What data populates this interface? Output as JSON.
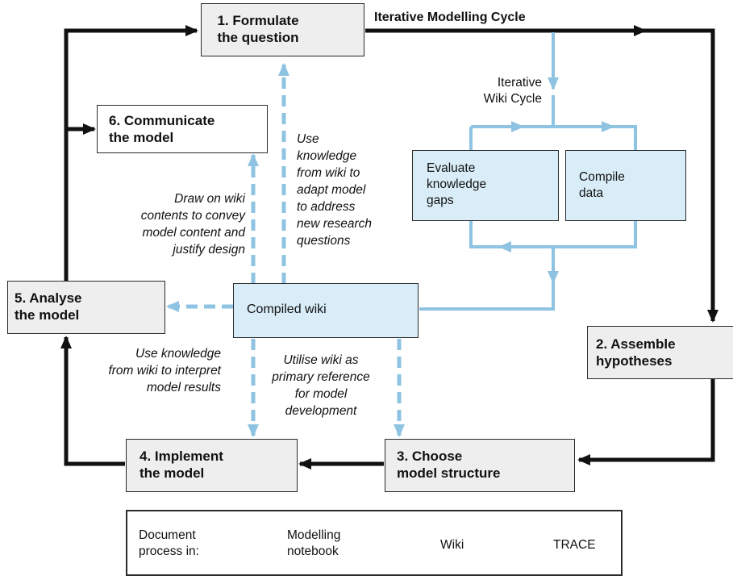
{
  "title": "Iterative Modelling Cycle",
  "wiki_cycle_label": "Iterative\nWiki Cycle",
  "steps": {
    "formulate": "1. Formulate\nthe question",
    "hypotheses": "2. Assemble\nhypotheses",
    "structure": "3. Choose\nmodel structure",
    "implement": "4. Implement\nthe model",
    "analyse": "5. Analyse\nthe model",
    "communicate": "6. Communicate\nthe model"
  },
  "wiki_boxes": {
    "evaluate": "Evaluate\nknowledge\ngaps",
    "compile": "Compile\ndata",
    "compiled_wiki": "Compiled wiki"
  },
  "notes": {
    "adapt": "Use\nknowledge\nfrom wiki to\nadapt model\nto address\nnew research\nquestions",
    "convey": "Draw on wiki\ncontents to convey\nmodel content and\njustify design",
    "interpret": "Use knowledge\nfrom wiki to interpret\nmodel results",
    "reference": "Utilise wiki as\nprimary reference\nfor model\ndevelopment"
  },
  "legend": {
    "prefix": "Document\nprocess in:",
    "notebook": "Modelling\nnotebook",
    "wiki": "Wiki",
    "trace": "TRACE"
  },
  "colors": {
    "arrow_black": "#111111",
    "arrow_blue": "#8ec3e2",
    "step_fill": "#eeeeee",
    "wiki_fill": "#d9edf8"
  },
  "icons": [
    "notebook-icon",
    "document-icon",
    "cloud-network-icon"
  ]
}
